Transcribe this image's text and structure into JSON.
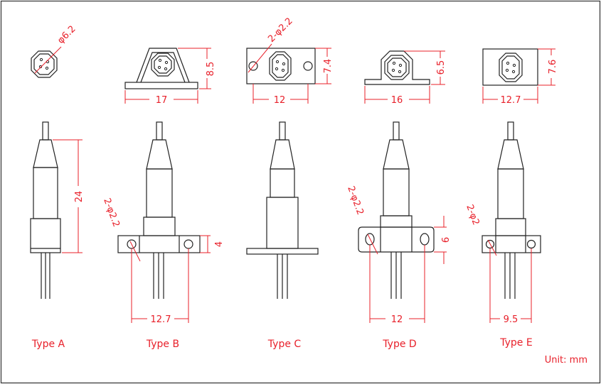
{
  "colors": {
    "outline": "#222222",
    "dimension": "#e8202a",
    "border": "#333333"
  },
  "top_views": {
    "a": {
      "diameter": "φ6.2"
    },
    "b": {
      "width": "17",
      "height": "8.5"
    },
    "c": {
      "holes": "2-φ2.2",
      "width": "12",
      "height": "7.4"
    },
    "d": {
      "width": "16",
      "height": "6.5"
    },
    "e": {
      "width": "12.7",
      "height": "7.6"
    }
  },
  "side_views": {
    "a": {
      "length": "24"
    },
    "b": {
      "holes": "2-φ2.2",
      "flange_thickness": "4",
      "spacing": "12.7"
    },
    "d": {
      "holes": "2-φ2.2",
      "flange_thickness": "6",
      "spacing": "12"
    },
    "e": {
      "holes": "2-φ2",
      "spacing": "9.5"
    }
  },
  "type_labels": [
    "Type A",
    "Type B",
    "Type C",
    "Type D",
    "Type E"
  ],
  "unit": "Unit: mm"
}
